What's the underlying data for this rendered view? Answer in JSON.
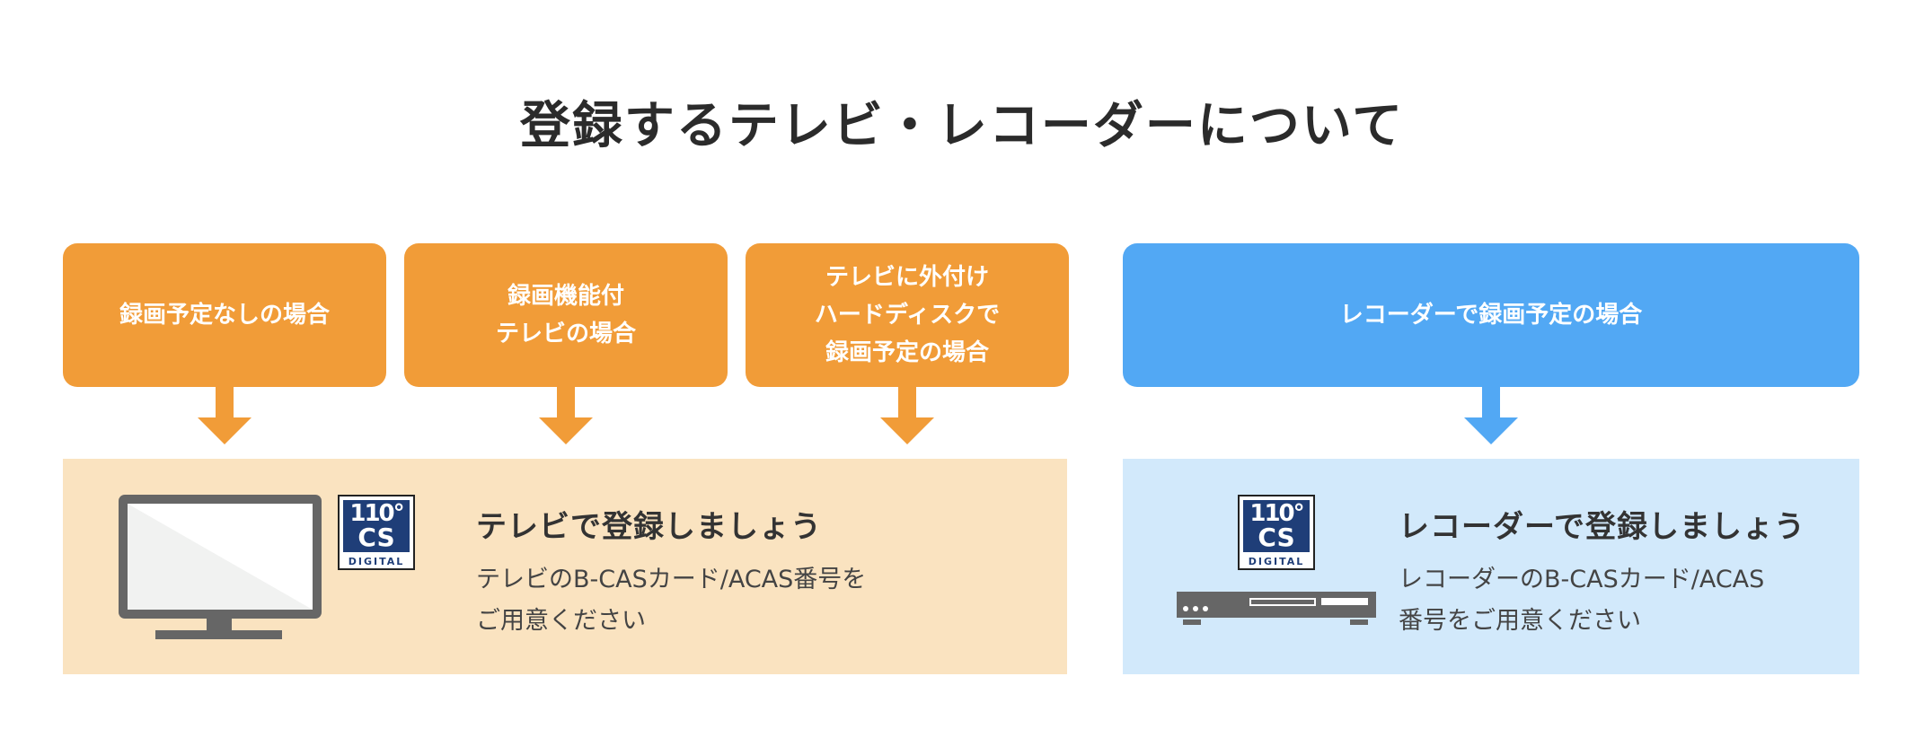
{
  "title": "登録するテレビ・レコーダーについて",
  "cases": [
    {
      "label": "録画予定なしの場合"
    },
    {
      "label": "録画機能付\nテレビの場合"
    },
    {
      "label": "テレビに外付け\nハードディスクで\n録画予定の場合"
    },
    {
      "label": "レコーダーで録画予定の場合"
    }
  ],
  "tv_panel": {
    "heading": "テレビで登録しましょう",
    "body": "テレビのB-CASカード/ACAS番号を\nご用意ください"
  },
  "recorder_panel": {
    "heading": "レコーダーで登録しましょう",
    "body": "レコーダーのB-CASカード/ACAS\n番号をご用意ください"
  },
  "logo": {
    "number": "110°",
    "cs": "CS",
    "digital": "DIGITAL"
  },
  "colors": {
    "orange": "#F19C38",
    "orange_panel": "#FAE3C0",
    "blue": "#52A8F4",
    "blue_panel": "#D2E9FB",
    "device": "#666666"
  }
}
